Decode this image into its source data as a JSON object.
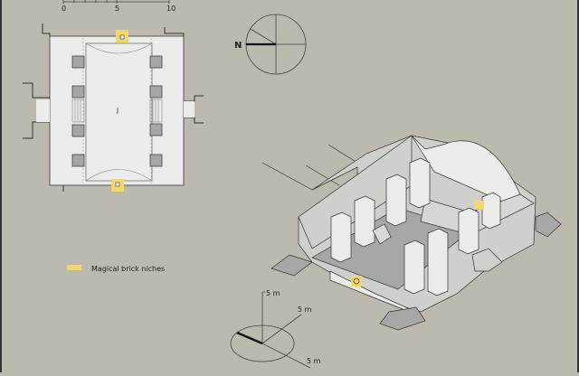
{
  "scale_bar": {
    "labels": [
      "0",
      "5",
      "10"
    ]
  },
  "plan": {
    "room_label": "J"
  },
  "compass": {
    "north_label": "N"
  },
  "axis": {
    "vertical_label": "5 m",
    "depth_label": "5 m",
    "horizontal_label": "5 m"
  },
  "legend": {
    "label": "Magical brick niches",
    "swatch_color": "#f2d86a"
  },
  "colors": {
    "background": "#bcb9ae",
    "wall": "#ebebea",
    "floor": "#a7a7a5",
    "highlight": "#f2d86a"
  }
}
